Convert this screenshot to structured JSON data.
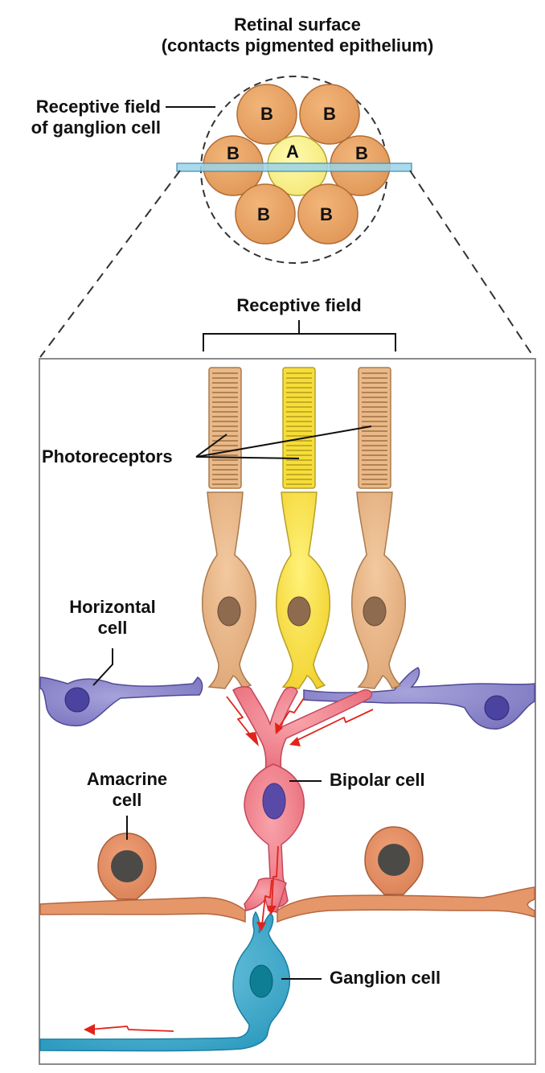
{
  "labels": {
    "retinal_surface_line1": "Retinal surface",
    "retinal_surface_line2": "(contacts pigmented epithelium)",
    "receptive_field_gc_line1": "Receptive field",
    "receptive_field_gc_line2": "of ganglion cell",
    "receptive_field": "Receptive field",
    "photoreceptors": "Photoreceptors",
    "horizontal_cell_line1": "Horizontal",
    "horizontal_cell_line2": "cell",
    "amacrine_cell_line1": "Amacrine",
    "amacrine_cell_line2": "cell",
    "bipolar_cell": "Bipolar cell",
    "ganglion_cell": "Ganglion cell"
  },
  "disc_labels": {
    "b1": "B",
    "b2": "B",
    "b3": "B",
    "a": "A",
    "b4": "B",
    "b5": "B",
    "b6": "B"
  },
  "colors": {
    "surround": "#E8A465",
    "center": "#F7EF8C",
    "cone_tan": "#E9B98A",
    "cone_yellow": "#F6DE3A",
    "bipolar": "#EE7A86",
    "horizontal": "#7E78C2",
    "amacrine": "#E08A60",
    "ganglion": "#3CA7C8",
    "arrow": "#E2231A"
  }
}
